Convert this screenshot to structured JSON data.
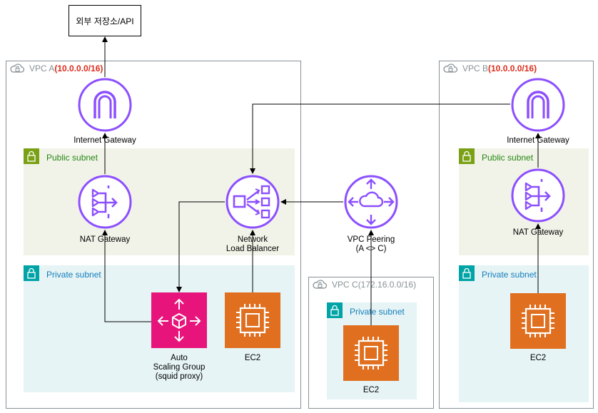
{
  "external": {
    "label": "외부 저장소/API"
  },
  "vpc_a": {
    "name": "VPC A",
    "cidr": "(10.0.0.0/16)"
  },
  "vpc_b": {
    "name": "VPC B",
    "cidr": "(10.0.0.0/16)"
  },
  "vpc_c": {
    "name": "VPC C",
    "cidr": "(172.16.0.0/16)"
  },
  "subnets": {
    "a_public": "Public subnet",
    "a_private": "Private subnet",
    "b_public": "Public subnet",
    "b_private": "Private subnet",
    "c_private": "Private subnet"
  },
  "nodes": {
    "igw_a": "Internet Gateway",
    "nat_a": "NAT Gateway",
    "nlb": "Network\nLoad Balancer",
    "asg": "Auto\nScaling Group\n(squid proxy)",
    "ec2_a": "EC2",
    "peering": "VPC Peering\n(A <> C)",
    "ec2_c": "EC2",
    "igw_b": "Internet Gateway",
    "nat_b": "NAT Gateway",
    "ec2_b": "EC2"
  },
  "colors": {
    "network": "#8c4fff",
    "compute": "#e07020",
    "asg": "#e7157b",
    "vpc_border": "#879196",
    "public_subnet": "#7aa116",
    "private_subnet": "#00a4a6",
    "cidr_highlight": "#dd2c1c"
  }
}
